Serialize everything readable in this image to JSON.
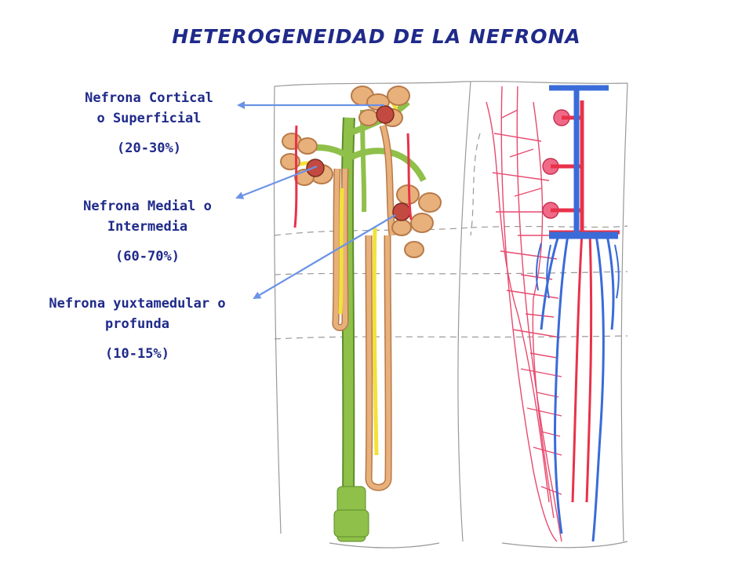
{
  "title": "HETEROGENEIDAD DE LA NEFRONA",
  "labels": [
    {
      "line1": "Nefrona Cortical",
      "line2": "o Superficial",
      "percent": "(20-30%)"
    },
    {
      "line1": "Nefrona Medial o",
      "line2": "Intermedia",
      "percent": "(60-70%)"
    },
    {
      "line1": "Nefrona yuxtamedular o",
      "line2": "profunda",
      "percent": "(10-15%)"
    }
  ],
  "colors": {
    "title": "#1f2a8a",
    "arrow": "#6b93e6",
    "tubule": "#e8b07a",
    "tubule_outline": "#b77a4a",
    "collecting_duct": "#8fc04a",
    "thin_limb": "#f2e23a",
    "capillary": "#e84a6e",
    "vein": "#3a6bd8",
    "artery": "#e8324a"
  }
}
